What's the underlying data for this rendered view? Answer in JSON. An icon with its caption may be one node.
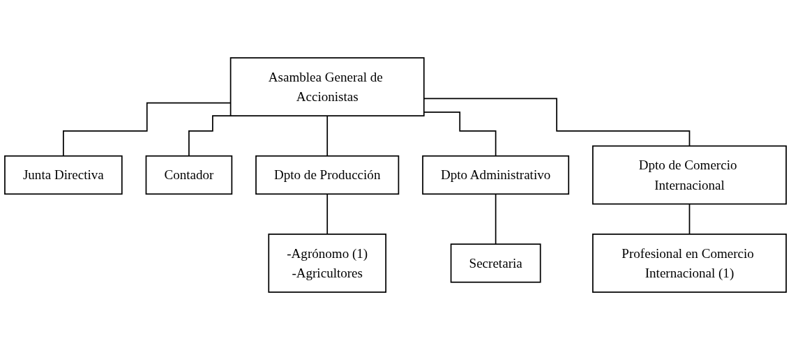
{
  "diagram": {
    "nodes": [
      {
        "text": [
          "Asamblea General de Accionistas"
        ]
      },
      {
        "text": [
          "Junta Directiva"
        ]
      },
      {
        "text": [
          "Contador"
        ]
      },
      {
        "text": [
          "Dpto de Producción"
        ]
      },
      {
        "text": [
          "Dpto Administrativo"
        ]
      },
      {
        "text": [
          "Dpto de Comercio Internacional"
        ]
      },
      {
        "text": [
          "-Agrónomo (1)",
          "-Agricultores"
        ]
      },
      {
        "text": [
          "Secretaria"
        ]
      },
      {
        "text": [
          "Profesional en Comercio Internacional (1)"
        ]
      }
    ],
    "edges": [
      {
        "from": 0,
        "to": 1,
        "arrow": "none"
      },
      {
        "from": 0,
        "to": 2,
        "arrow": "none"
      },
      {
        "from": 0,
        "to": 3,
        "arrow": "none"
      },
      {
        "from": 0,
        "to": 4,
        "arrow": "none"
      },
      {
        "from": 0,
        "to": 5,
        "arrow": "none"
      },
      {
        "from": 3,
        "to": 6,
        "arrow": "none"
      },
      {
        "from": 4,
        "to": 7,
        "arrow": "none"
      },
      {
        "from": 5,
        "to": 8,
        "arrow": "none"
      }
    ]
  }
}
